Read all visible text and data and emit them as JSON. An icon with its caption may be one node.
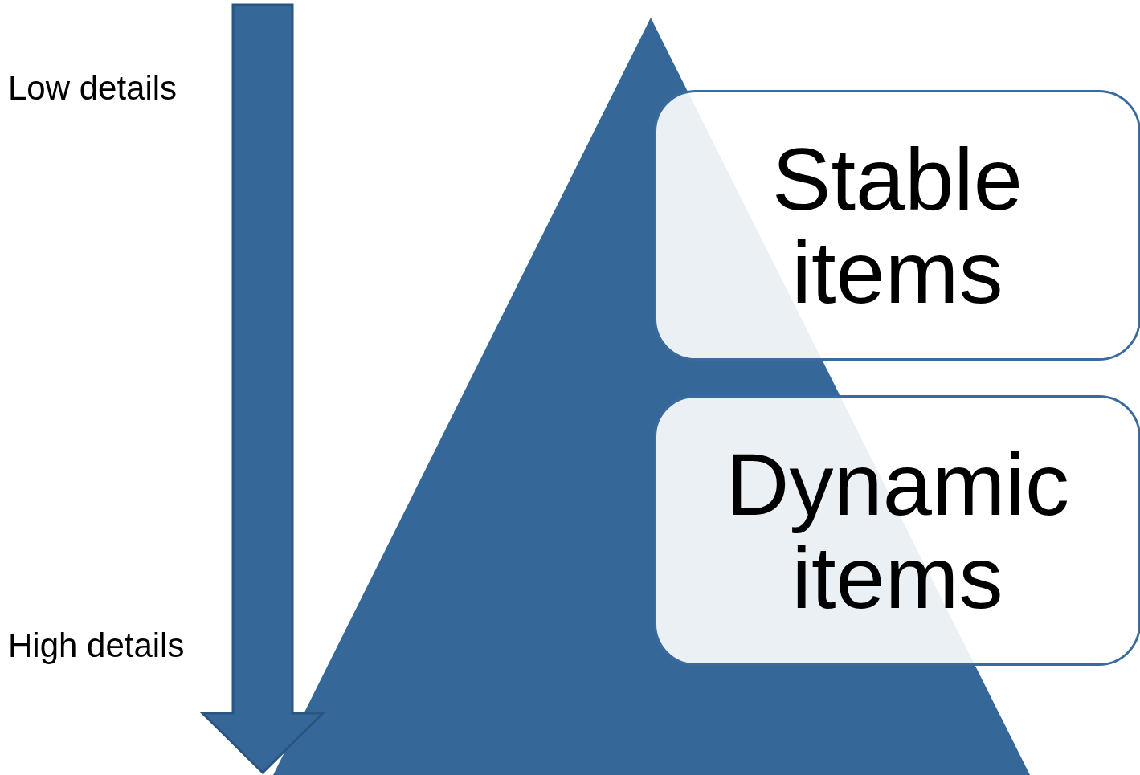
{
  "diagram": {
    "nodes": [
      {
        "text": [
          "Stable items"
        ]
      },
      {
        "text": [
          "Dynamic items"
        ]
      }
    ],
    "labels": [
      "Low details",
      "High details"
    ]
  }
}
